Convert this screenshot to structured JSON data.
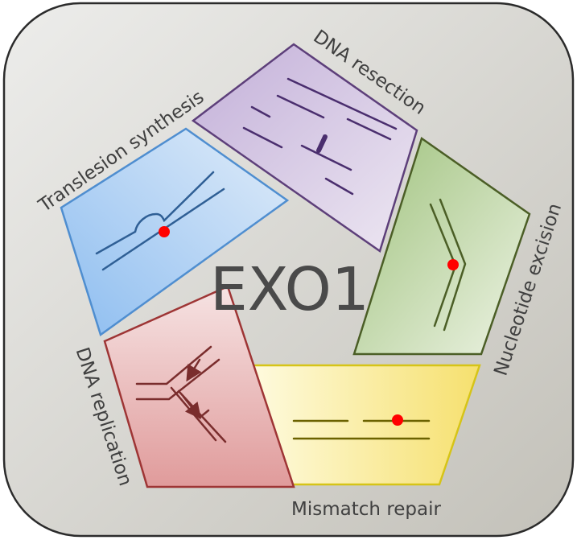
{
  "center_label": "EXO1",
  "panels": [
    {
      "id": "dna-resection",
      "label": "DNA resection",
      "fill": "#c9b8dc",
      "stroke": "#5d3f7a"
    },
    {
      "id": "nucleotide-excision",
      "label": "Nucleotide excision",
      "fill": "#a9c98a",
      "stroke": "#4b5e26"
    },
    {
      "id": "mismatch-repair",
      "label": "Mismatch repair",
      "fill": "#f8ea8a",
      "stroke": "#d6c417"
    },
    {
      "id": "dna-replication",
      "label": "DNA replication",
      "fill": "#e8b5b5",
      "stroke": "#9e3535"
    },
    {
      "id": "translesion-synthesis",
      "label": "Translesion synthesis",
      "fill": "#a9cdf2",
      "stroke": "#4f8ed0"
    }
  ],
  "colors": {
    "background_light": "#ececea",
    "background_dark": "#c6c4bd",
    "border": "#2b2b2b",
    "lesion": "#ff0000"
  }
}
